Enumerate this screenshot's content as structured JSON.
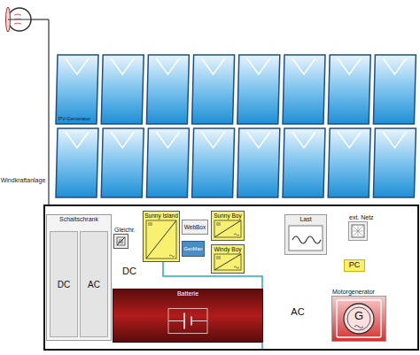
{
  "diagram": {
    "nodes": [
      {
        "text": [
          "Schaltschrank"
        ]
      },
      {
        "text": [
          "DC"
        ],
        "in": 0
      },
      {
        "text": [
          "AC"
        ],
        "in": 0
      },
      {
        "text": [
          "Gleichr."
        ]
      },
      {
        "text": [
          "Sunny Island"
        ]
      },
      {
        "text": [
          "WebBox"
        ]
      },
      {
        "text": [
          "GenMan"
        ]
      },
      {
        "text": [
          "Sunny Boy"
        ]
      },
      {
        "text": [
          "Windy Boy"
        ]
      },
      {
        "text": [
          "Last"
        ]
      },
      {
        "text": [
          "ext. Netz"
        ]
      },
      {
        "text": [
          "PC"
        ]
      },
      {
        "text": [
          "Batterie"
        ]
      },
      {
        "text": [
          "Motorgenerator"
        ]
      }
    ],
    "labels": [
      "Windkraftanlage",
      "PV-Generator",
      "DC",
      "AC",
      "G"
    ]
  }
}
